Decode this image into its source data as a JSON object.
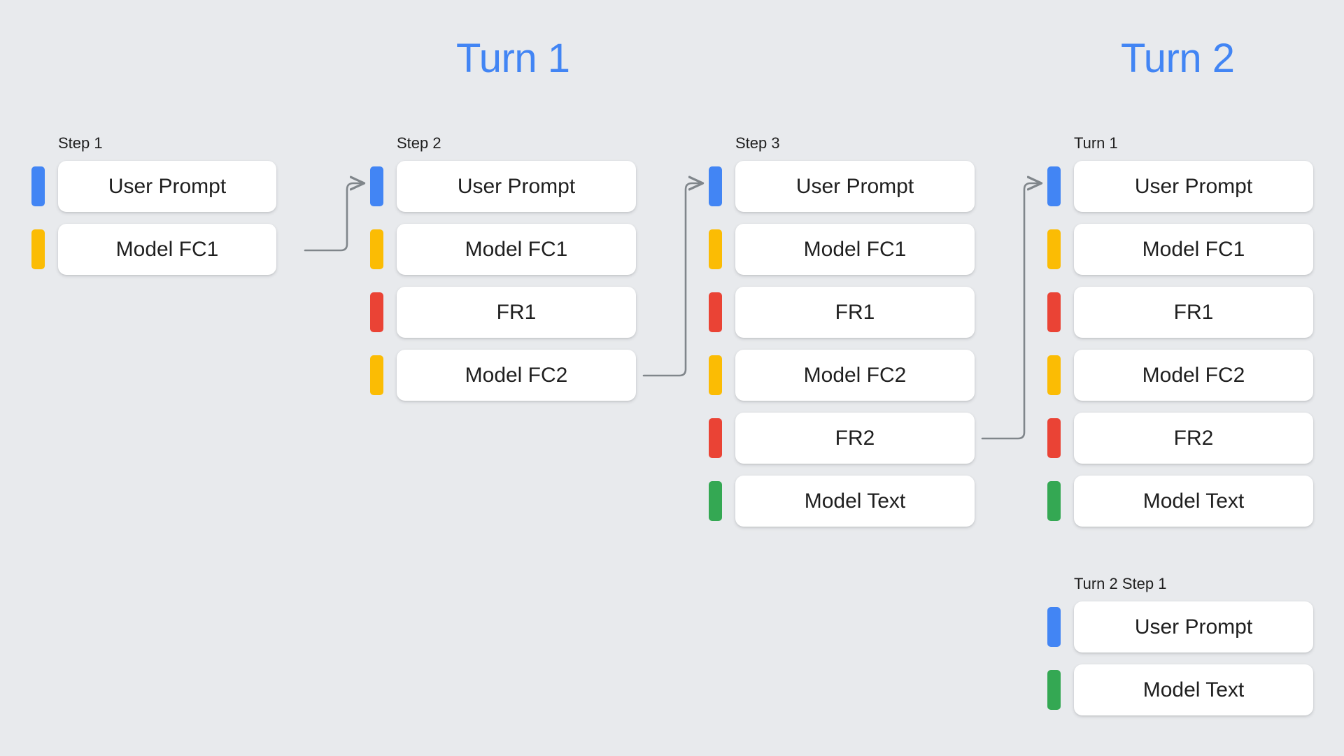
{
  "background_color": "#e8eaed",
  "palette": {
    "blue": "#4285f4",
    "yellow": "#fbbc04",
    "red": "#ea4335",
    "green": "#34a853",
    "card": "#ffffff",
    "arrow": "#80868b",
    "heading": "#4285f4",
    "text": "#1f1f1f"
  },
  "headings": [
    {
      "id": "turn1",
      "label": "Turn 1"
    },
    {
      "id": "turn2",
      "label": "Turn 2"
    }
  ],
  "columns": [
    {
      "id": "step-1",
      "label": "Step 1",
      "rows": [
        {
          "color": "blue",
          "label": "User Prompt"
        },
        {
          "color": "yellow",
          "label": "Model FC1"
        }
      ]
    },
    {
      "id": "step-2",
      "label": "Step 2",
      "rows": [
        {
          "color": "blue",
          "label": "User Prompt"
        },
        {
          "color": "yellow",
          "label": "Model FC1"
        },
        {
          "color": "red",
          "label": "FR1"
        },
        {
          "color": "yellow",
          "label": "Model FC2"
        }
      ]
    },
    {
      "id": "step-3",
      "label": "Step 3",
      "rows": [
        {
          "color": "blue",
          "label": "User Prompt"
        },
        {
          "color": "yellow",
          "label": "Model FC1"
        },
        {
          "color": "red",
          "label": "FR1"
        },
        {
          "color": "yellow",
          "label": "Model FC2"
        },
        {
          "color": "red",
          "label": "FR2"
        },
        {
          "color": "green",
          "label": "Model Text"
        }
      ]
    },
    {
      "id": "turn2-turn1",
      "label": "Turn 1",
      "rows": [
        {
          "color": "blue",
          "label": "User Prompt"
        },
        {
          "color": "yellow",
          "label": "Model FC1"
        },
        {
          "color": "red",
          "label": "FR1"
        },
        {
          "color": "yellow",
          "label": "Model FC2"
        },
        {
          "color": "red",
          "label": "FR2"
        },
        {
          "color": "green",
          "label": "Model Text"
        }
      ]
    },
    {
      "id": "turn2-step1",
      "label": "Turn 2 Step 1",
      "rows": [
        {
          "color": "blue",
          "label": "User Prompt"
        },
        {
          "color": "green",
          "label": "Model Text"
        }
      ]
    }
  ],
  "connectors": [
    {
      "id": "step1-to-step2",
      "from": "step-1 / Model FC1",
      "to": "step-2 / User Prompt"
    },
    {
      "id": "step2-to-step3",
      "from": "step-2 / Model FC2",
      "to": "step-3 / User Prompt"
    },
    {
      "id": "step3-to-turn2",
      "from": "step-3 / FR2",
      "to": "turn2-turn1 / User Prompt"
    }
  ]
}
